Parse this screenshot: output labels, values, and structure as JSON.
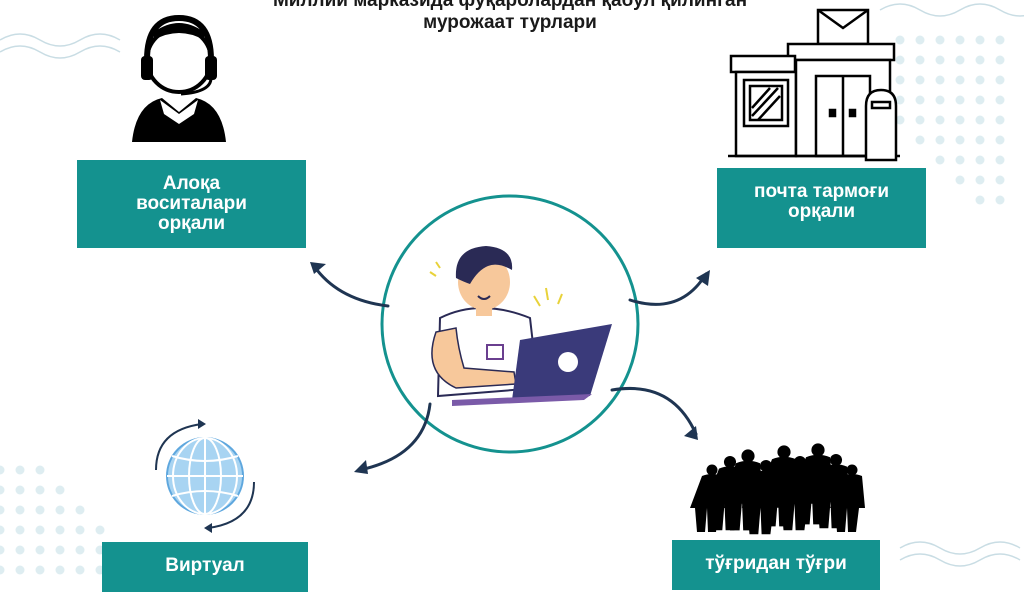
{
  "title": {
    "line1": "Миллий марказида фуқаролардан қабул қилинган",
    "line2": "мурожаат турлари"
  },
  "nodes": {
    "contact": {
      "label": "Алоқа воситалари орқали",
      "icon": "call-center-operator-icon"
    },
    "post": {
      "label": "почта тармоғи орқали",
      "icon": "post-office-icon"
    },
    "virtual": {
      "label": "Виртуал",
      "icon": "globe-icon"
    },
    "direct": {
      "label": "тўғридан тўғри",
      "icon": "crowd-silhouette-icon"
    }
  },
  "center": {
    "icon": "person-with-laptop-icon"
  },
  "colors": {
    "teal": "#14928f",
    "navy": "#1f3552",
    "dots": "#cfe3ea",
    "laptop": "#3a3a7a"
  }
}
